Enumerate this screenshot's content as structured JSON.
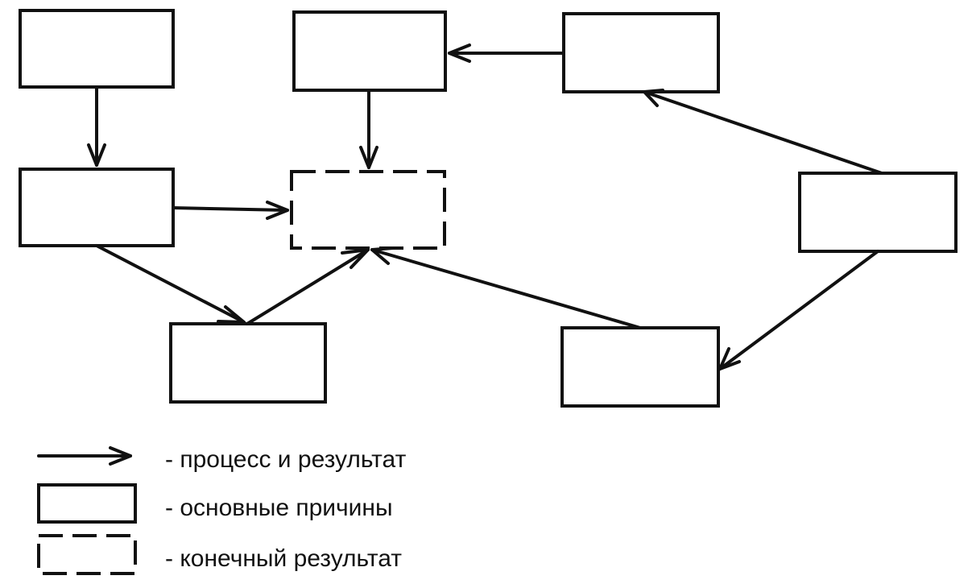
{
  "diagram": {
    "nodes": [
      {
        "id": "n1",
        "kind": "cause",
        "label": ""
      },
      {
        "id": "n2",
        "kind": "cause",
        "label": ""
      },
      {
        "id": "n3",
        "kind": "cause",
        "label": ""
      },
      {
        "id": "n4",
        "kind": "cause",
        "label": ""
      },
      {
        "id": "n5",
        "kind": "result",
        "label": ""
      },
      {
        "id": "n6",
        "kind": "cause",
        "label": ""
      },
      {
        "id": "n7",
        "kind": "cause",
        "label": ""
      },
      {
        "id": "n8",
        "kind": "cause",
        "label": ""
      }
    ],
    "edges": [
      {
        "from": "n1",
        "to": "n4"
      },
      {
        "from": "n2",
        "to": "n5"
      },
      {
        "from": "n3",
        "to": "n2"
      },
      {
        "from": "n6",
        "to": "n3"
      },
      {
        "from": "n4",
        "to": "n5"
      },
      {
        "from": "n4",
        "to": "n7"
      },
      {
        "from": "n7",
        "to": "n5"
      },
      {
        "from": "n8",
        "to": "n5"
      },
      {
        "from": "n6",
        "to": "n8"
      }
    ]
  },
  "legend": {
    "items": [
      {
        "symbol": "arrow",
        "text": "- процесс и результат"
      },
      {
        "symbol": "solid-box",
        "text": "- основные причины"
      },
      {
        "symbol": "dashed-box",
        "text": "- конечный результат"
      }
    ]
  },
  "colors": {
    "line": "#111111",
    "background": "#ffffff"
  }
}
